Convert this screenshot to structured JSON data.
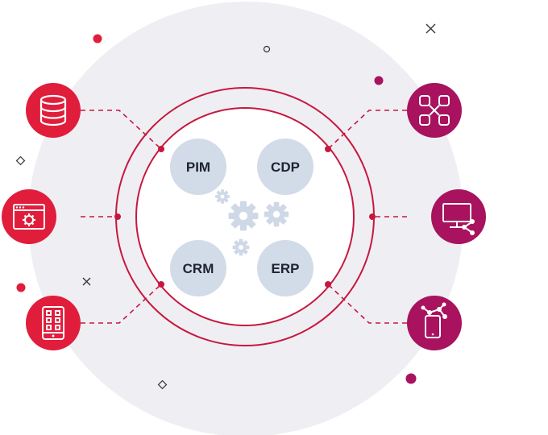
{
  "colors": {
    "background_disc": "#efeff3",
    "ring": "#c8173f",
    "red_accent": "#e11d3c",
    "magenta_accent": "#a8125e",
    "node_fill": "#d2dbe8",
    "gear_fill": "#cfd8e6",
    "label_text": "#1f2230",
    "icon_stroke": "#ffffff"
  },
  "hub_nodes": [
    {
      "id": "pim",
      "label": "PIM"
    },
    {
      "id": "cdp",
      "label": "CDP"
    },
    {
      "id": "crm",
      "label": "CRM"
    },
    {
      "id": "erp",
      "label": "ERP"
    }
  ],
  "left_icons": [
    {
      "id": "database",
      "icon": "database-icon",
      "color": "red"
    },
    {
      "id": "web-settings",
      "icon": "browser-gear-icon",
      "color": "red"
    },
    {
      "id": "mobile-app",
      "icon": "mobile-grid-icon",
      "color": "red"
    }
  ],
  "right_icons": [
    {
      "id": "distributed-db",
      "icon": "distributed-database-icon",
      "color": "magenta"
    },
    {
      "id": "monitor-share",
      "icon": "monitor-share-icon",
      "color": "magenta"
    },
    {
      "id": "mobile-network",
      "icon": "mobile-network-icon",
      "color": "magenta"
    }
  ],
  "center_icon": "gears-icon"
}
